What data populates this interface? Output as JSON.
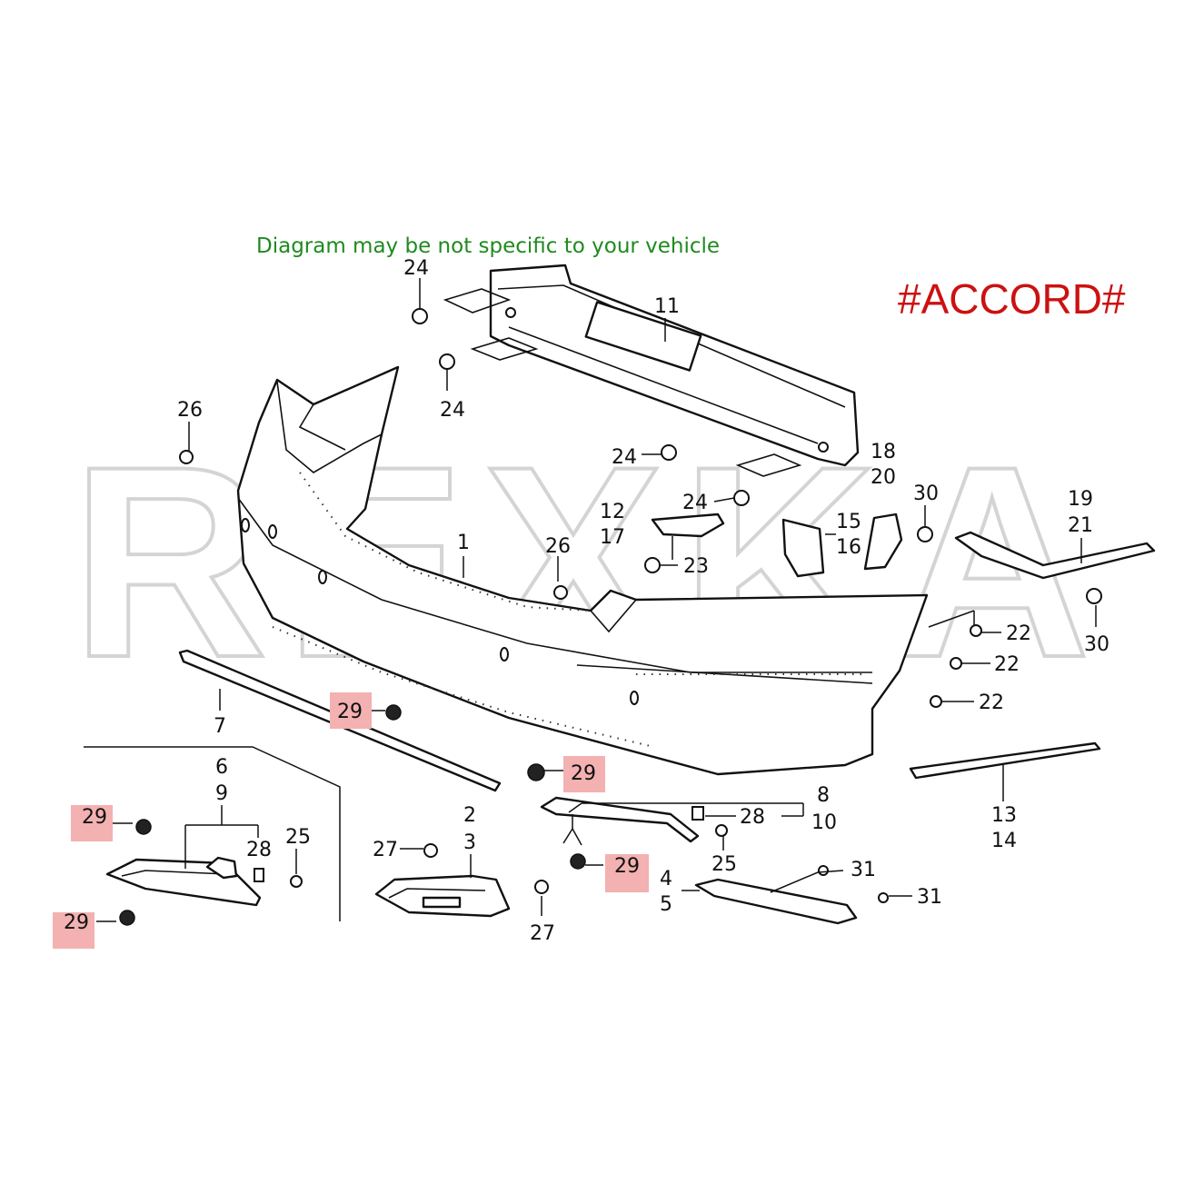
{
  "notice": "Diagram may be not specific to your vehicle",
  "model_tag": "#ACCORD#",
  "watermark": "REXKA",
  "colors": {
    "notice": "#1f8a1f",
    "model_tag": "#cc1111",
    "highlight": "#f3b1b1",
    "watermark_outline": "#d4d4d4"
  },
  "callouts": {
    "c24a": "24",
    "c24b": "24",
    "c24c": "24",
    "c24d": "24",
    "c11": "11",
    "c26a": "26",
    "c26b": "26",
    "c18": "18",
    "c20": "20",
    "c30a": "30",
    "c30b": "30",
    "c19": "19",
    "c21": "21",
    "c12": "12",
    "c17": "17",
    "c15": "15",
    "c16": "16",
    "c23": "23",
    "c1": "1",
    "c22a": "22",
    "c22b": "22",
    "c22c": "22",
    "c7": "7",
    "c29a": "29",
    "c29b": "29",
    "c29c": "29",
    "c29d": "29",
    "c29e": "29",
    "c6": "6",
    "c9": "9",
    "c28a": "28",
    "c28b": "28",
    "c25a": "25",
    "c25b": "25",
    "c27a": "27",
    "c27b": "27",
    "c2": "2",
    "c3": "3",
    "c8": "8",
    "c10": "10",
    "c4": "4",
    "c5": "5",
    "c31a": "31",
    "c31b": "31",
    "c13": "13",
    "c14": "14"
  }
}
